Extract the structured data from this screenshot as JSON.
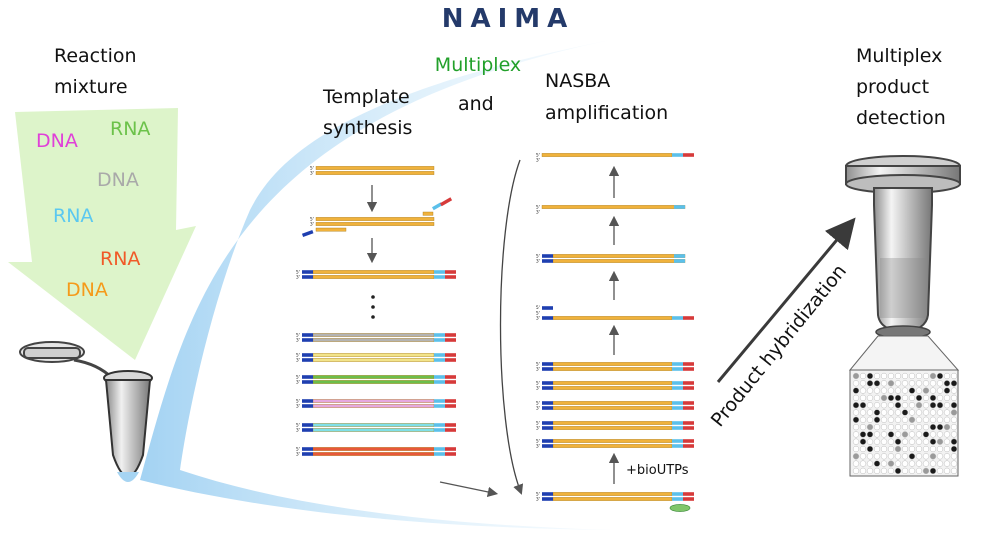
{
  "title": "NAIMA",
  "reaction_mixture": {
    "heading": [
      "Reaction",
      "mixture"
    ],
    "items": [
      {
        "text": "DNA",
        "color": "#e040d8"
      },
      {
        "text": "RNA",
        "color": "#6cc24a"
      },
      {
        "text": "DNA",
        "color": "#a9a9a9"
      },
      {
        "text": "RNA",
        "color": "#5bc8f0"
      },
      {
        "text": "RNA",
        "color": "#f05a28"
      },
      {
        "text": "DNA",
        "color": "#f59a1a"
      }
    ]
  },
  "multiplex": {
    "word": "Multiplex",
    "color": "#22a02a"
  },
  "template_synthesis": [
    "Template",
    "synthesis"
  ],
  "and_word": "and",
  "nasba": [
    "NASBA",
    "amplification"
  ],
  "product_detection": [
    "Multiplex",
    "product",
    "detection"
  ],
  "product_hybridization": "Product hybridization",
  "biotin_label": "+bioUTPs",
  "strand_end_labels": {
    "five": "5'",
    "three": "3'"
  },
  "template_colors": [
    "#b4b4b4",
    "#f2e48a",
    "#6cbf4a",
    "#e6a8e0",
    "#7fe0e8",
    "#e8583a"
  ],
  "colors": {
    "strand": "#f0b23c",
    "strand_edge": "#a87810",
    "primer_blue": "#1f3fb0",
    "promoter_cyan": "#5bc0ea",
    "tag_red": "#d63a3a",
    "title": "#243a6a",
    "blue_arc": "#cfe8f8"
  }
}
